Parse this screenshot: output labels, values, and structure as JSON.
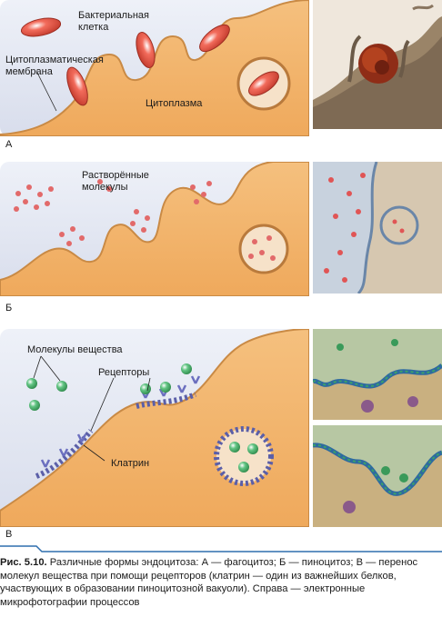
{
  "panels": [
    {
      "letter": "А",
      "labels": {
        "bacterium": "Бактериальная клетка",
        "membrane": "Цитоплазматическая мембрана",
        "cytoplasm": "Цитоплазма"
      }
    },
    {
      "letter": "Б",
      "labels": {
        "molecules": "Растворённые молекулы"
      }
    },
    {
      "letter": "В",
      "labels": {
        "substance": "Молекулы вещества",
        "receptors": "Рецепторы",
        "clathrin": "Клатрин"
      }
    }
  ],
  "caption": {
    "figure": "Рис. 5.10.",
    "text": "Различные формы эндоцитоза: А — фагоцитоз; Б — пиноцитоз; В — перенос молекул вещества при помощи рецепторов (клатрин — один из важнейших белков, участвующих в образовании пиноцитозной вакуоли). Справа — электронные микрофотографии процессов"
  },
  "colors": {
    "background": "#e6eaf5",
    "cytoplasm": "#f2b46c",
    "membrane": "#c98a45",
    "bacterium": "#e04d3d",
    "dissolved": "#e26a6a",
    "molecule": "#47b56b",
    "clathrin": "#5b5fa8"
  }
}
